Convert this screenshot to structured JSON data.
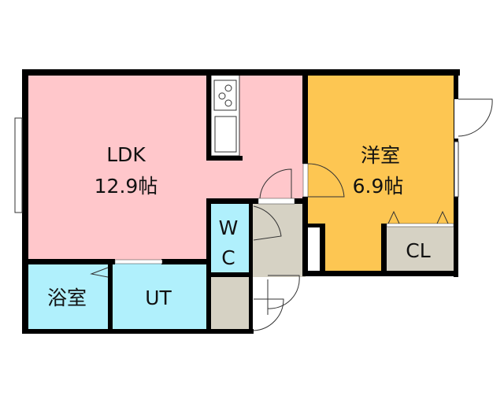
{
  "rooms": {
    "ldk": {
      "name": "LDK",
      "size": "12.9帖",
      "color": "#ffc7cb"
    },
    "western": {
      "name": "洋室",
      "size": "6.9帖",
      "color": "#fdc652"
    },
    "bath": {
      "name": "浴室",
      "color": "#b0f0fc"
    },
    "utility": {
      "name": "UT",
      "color": "#b0f0fc"
    },
    "wc": {
      "name_top": "W",
      "name_bottom": "C",
      "color": "#b0f0fc"
    },
    "closet": {
      "name": "CL",
      "color": "#d6d2c4"
    },
    "entrance": {
      "color": "#d6d2c4"
    }
  }
}
